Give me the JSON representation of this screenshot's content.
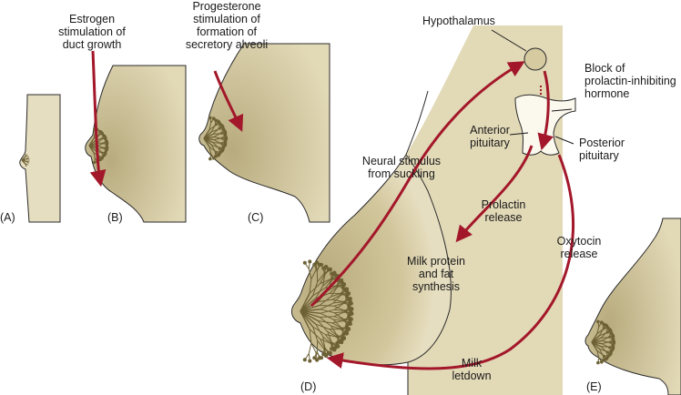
{
  "colors": {
    "skin": "#d8cda6",
    "skin_dark": "#b8ab7e",
    "skin_light": "#ece5cc",
    "outline": "#2b2b2b",
    "duct": "#6d6135",
    "arrow": "#a3172a",
    "gland": "#fbf8ee",
    "hypothalamus": "#d5caa0"
  },
  "panels": {
    "a": "(A)",
    "b": "(B)",
    "c": "(C)",
    "d": "(D)",
    "e": "(E)"
  },
  "labels": {
    "estrogen": "Estrogen\nstimulation of\nduct growth",
    "progesterone": "Progesterone\nstimulation of\nformation of\nsecretory alveoli",
    "hypothalamus": "Hypothalamus",
    "block": "Block of\nprolactin-inhibiting\nhormone",
    "anterior": "Anterior\npituitary",
    "posterior": "Posterior\npituitary",
    "neural": "Neural stimulus\nfrom suckling",
    "prolactin": "Prolactin\nrelease",
    "oxytocin": "Oxytocin\nrelease",
    "milk_protein": "Milk protein\nand fat\nsynthesis",
    "letdown": "Milk\nletdown"
  }
}
